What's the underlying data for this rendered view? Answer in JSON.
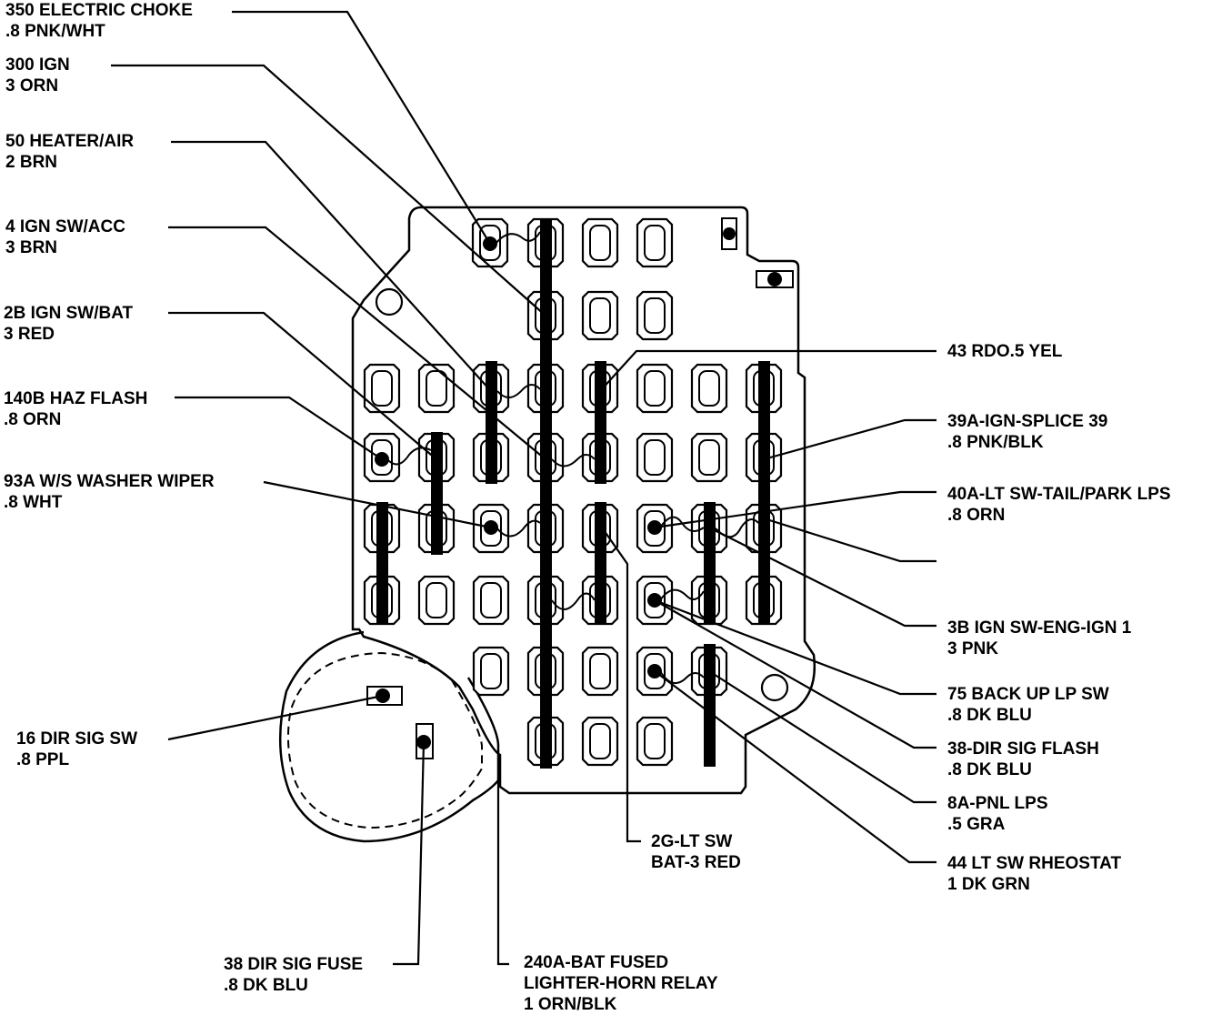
{
  "diagram": {
    "labels": [
      {
        "id": "350",
        "line1": "350 ELECTRIC CHOKE",
        "line2": ".8 PNK/WHT"
      },
      {
        "id": "300",
        "line1": "300 IGN",
        "line2": "3 ORN"
      },
      {
        "id": "50",
        "line1": "50 HEATER/AIR",
        "line2": "2 BRN"
      },
      {
        "id": "4",
        "line1": "4 IGN SW/ACC",
        "line2": "3 BRN"
      },
      {
        "id": "2b",
        "line1": "2B IGN SW/BAT",
        "line2": "3 RED"
      },
      {
        "id": "140b",
        "line1": "140B HAZ FLASH",
        "line2": ".8 ORN"
      },
      {
        "id": "93a",
        "line1": "93A W/S WASHER WIPER",
        "line2": ".8 WHT"
      },
      {
        "id": "16",
        "line1": "16 DIR SIG SW",
        "line2": ".8 PPL"
      },
      {
        "id": "38fuse",
        "line1": "38 DIR SIG FUSE",
        "line2": ".8 DK BLU"
      },
      {
        "id": "240a",
        "line1": "240A-BAT FUSED",
        "line2": "LIGHTER-HORN RELAY",
        "line3": "1  ORN/BLK"
      },
      {
        "id": "2g",
        "line1": "2G-LT SW",
        "line2": "BAT-3  RED"
      },
      {
        "id": "43",
        "line1": "43 RDO.5 YEL"
      },
      {
        "id": "39a",
        "line1": "39A-IGN-SPLICE 39",
        "line2": ".8 PNK/BLK"
      },
      {
        "id": "40a",
        "line1": "40A-LT SW-TAIL/PARK LPS",
        "line2": ".8 ORN"
      },
      {
        "id": "3b",
        "line1": "3B IGN SW-ENG-IGN 1",
        "line2": "3 PNK"
      },
      {
        "id": "75",
        "line1": "75 BACK UP LP SW",
        "line2": ".8 DK BLU"
      },
      {
        "id": "38flash",
        "line1": "38-DIR SIG FLASH",
        "line2": ".8 DK BLU"
      },
      {
        "id": "8a",
        "line1": "8A-PNL LPS",
        "line2": ".5 GRA"
      },
      {
        "id": "44",
        "line1": "44 LT SW RHEOSTAT",
        "line2": "1 DK GRN"
      }
    ]
  }
}
